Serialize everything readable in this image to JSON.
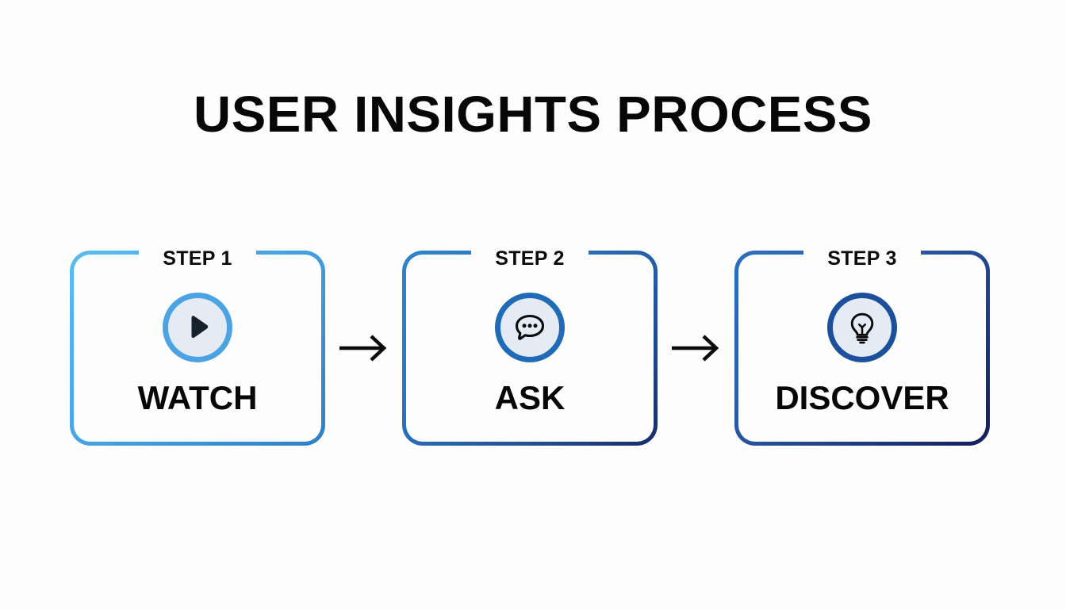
{
  "page": {
    "title": "USER INSIGHTS PROCESS",
    "background_color": "#fdfdfd",
    "title_color": "#070707"
  },
  "steps": [
    {
      "eyebrow": "STEP 1",
      "label": "WATCH",
      "icon": "play-icon",
      "border_gradient_from": "#5BBDF0",
      "border_gradient_to": "#2F7FC6",
      "ring_color": "#4BA3E3",
      "icon_fill": "#e4ebf4",
      "glyph_color": "#15222e"
    },
    {
      "eyebrow": "STEP 2",
      "label": "ASK",
      "icon": "speech-bubble-icon",
      "border_gradient_from": "#2E86CC",
      "border_gradient_to": "#192B6B",
      "ring_color": "#1F6BB8",
      "icon_fill": "#e4ebf4",
      "glyph_color": "#0b0b0b"
    },
    {
      "eyebrow": "STEP 3",
      "label": "DISCOVER",
      "icon": "lightbulb-icon",
      "border_gradient_from": "#2C6FC0",
      "border_gradient_to": "#141E5E",
      "ring_color": "#1C4F9C",
      "icon_fill": "#e4ebf4",
      "glyph_color": "#0b0b0b"
    }
  ],
  "connectors": [
    {
      "icon": "arrow-right-icon",
      "color": "#0b0b0b"
    },
    {
      "icon": "arrow-right-icon",
      "color": "#0b0b0b"
    }
  ]
}
